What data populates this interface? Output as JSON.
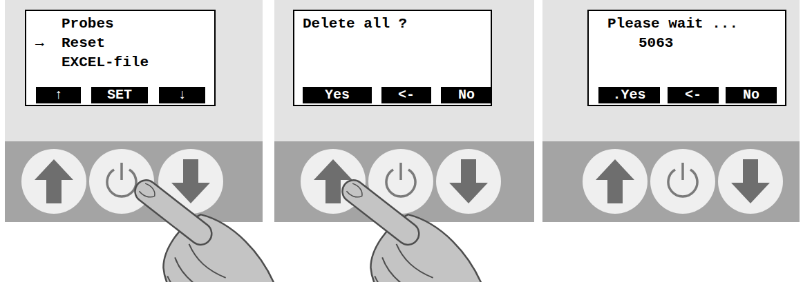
{
  "diagram": {
    "nodes": [
      {
        "text": [
          "Probes",
          "→",
          "Reset",
          "EXCEL-file"
        ]
      },
      {
        "text": [
          "↑"
        ],
        "in": 0
      },
      {
        "text": [
          "SET"
        ],
        "in": 0
      },
      {
        "text": [
          "↓"
        ],
        "in": 0
      },
      {
        "text": [
          "Delete all ?"
        ]
      },
      {
        "text": [
          "Yes"
        ],
        "in": 4
      },
      {
        "text": [
          "<-"
        ],
        "in": 4
      },
      {
        "text": [
          "No"
        ],
        "in": 4
      },
      {
        "text": [
          "Please wait ...",
          "5063"
        ]
      },
      {
        "text": [
          ".Yes"
        ],
        "in": 8
      },
      {
        "text": [
          "<-"
        ],
        "in": 8
      },
      {
        "text": [
          "No"
        ],
        "in": 8
      }
    ]
  }
}
